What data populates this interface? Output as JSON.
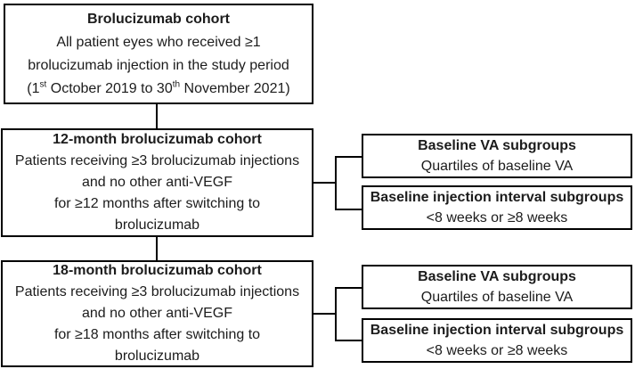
{
  "diagram": {
    "colors": {
      "border": "#000000",
      "text": "#1c1c1c",
      "background": "#ffffff"
    },
    "top_box": {
      "title": "Brolucizumab cohort",
      "line1": "All patient eyes who received ≥1",
      "line2": "brolucizumab injection in the study period",
      "date_pre": "(1",
      "date_sup1": "st",
      "date_mid": " October 2019 to 30",
      "date_sup2": "th",
      "date_end": " November 2021)"
    },
    "cohort_12": {
      "title": "12-month brolucizumab cohort",
      "line1": "Patients receiving ≥3 brolucizumab injections",
      "line2": "and no other anti-VEGF",
      "line3": "for ≥12 months after switching to",
      "line4": "brolucizumab"
    },
    "cohort_18": {
      "title": "18-month brolucizumab cohort",
      "line1": "Patients receiving ≥3 brolucizumab injections",
      "line2": "and no other anti-VEGF",
      "line3": "for ≥18 months after switching to",
      "line4": "brolucizumab"
    },
    "subgroups_12": [
      {
        "title": "Baseline VA subgroups",
        "subtitle": "Quartiles of baseline VA"
      },
      {
        "title": "Baseline injection interval subgroups",
        "subtitle": "<8 weeks or ≥8 weeks"
      }
    ],
    "subgroups_18": [
      {
        "title": "Baseline VA subgroups",
        "subtitle": "Quartiles of baseline VA"
      },
      {
        "title": "Baseline injection interval subgroups",
        "subtitle": "<8 weeks or ≥8 weeks"
      }
    ]
  }
}
